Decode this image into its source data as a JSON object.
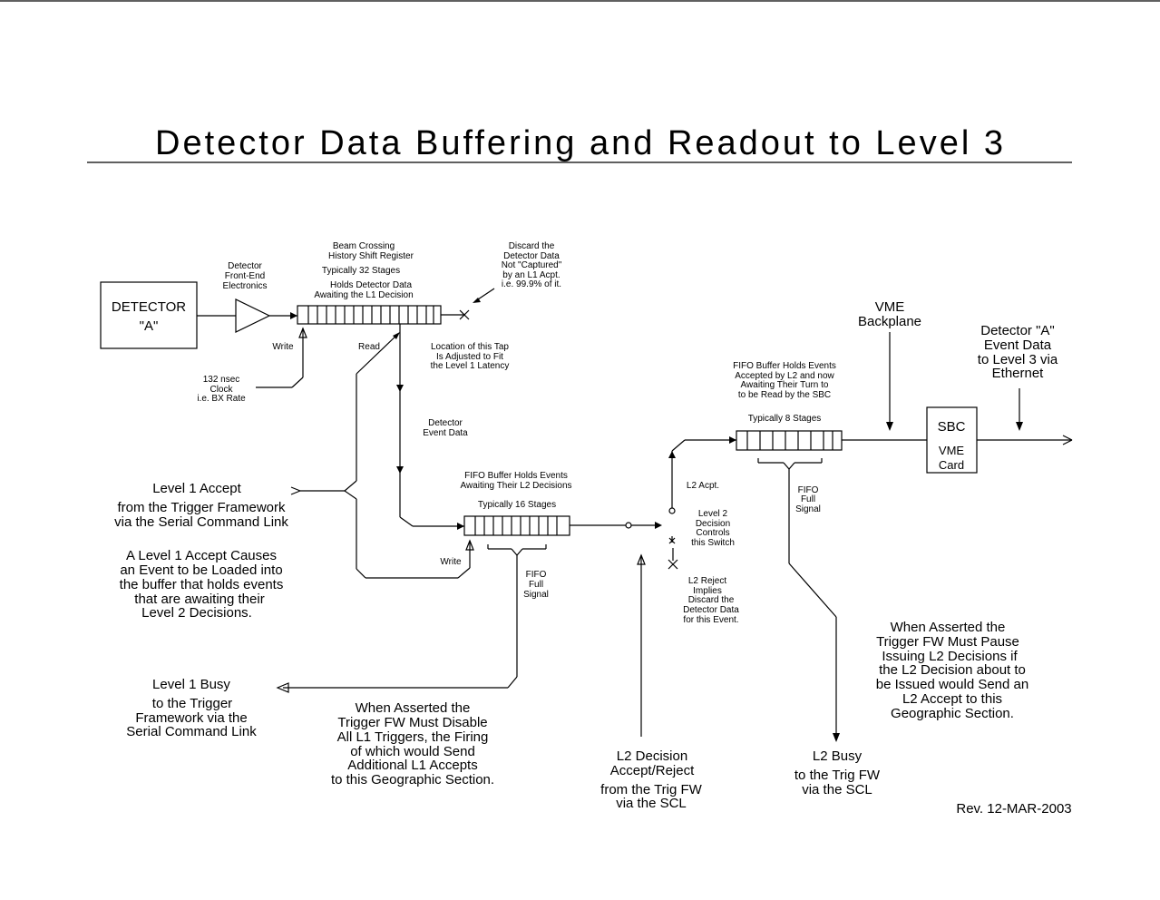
{
  "title": "Detector Data Buffering and Readout to Level 3",
  "detector": {
    "line1": "DETECTOR",
    "line2": "\"A\""
  },
  "frontend": [
    "Detector",
    "Front-End",
    "Electronics"
  ],
  "history": [
    "Beam Crossing",
    "History Shift Register",
    "Typically 32 Stages",
    "Holds Detector Data",
    "Awaiting the L1 Decision"
  ],
  "discard": [
    "Discard the",
    "Detector Data",
    "Not \"Captured\"",
    "by an L1 Acpt.",
    "i.e. 99.9% of it."
  ],
  "write_label": "Write",
  "read_label": "Read",
  "clock": [
    "132 nsec",
    "Clock",
    "i.e. BX Rate"
  ],
  "tap": [
    "Location of this Tap",
    "Is Adjusted to Fit",
    "the Level 1 Latency"
  ],
  "event_data": [
    "Detector",
    "Event Data"
  ],
  "fifo1": [
    "FIFO Buffer Holds Events",
    "Awaiting Their L2 Decisions",
    "Typically 16 Stages"
  ],
  "fifo1_write": "Write",
  "fifo1_full": [
    "FIFO",
    "Full",
    "Signal"
  ],
  "l1_accept": [
    "Level 1 Accept",
    "from  the Trigger Framework",
    "via the Serial Command Link"
  ],
  "l1_causes": [
    "A Level 1 Accept Causes",
    "an Event to be Loaded into",
    "the buffer that holds events",
    "that are awaiting their",
    "Level 2 Decisions."
  ],
  "l1_busy": [
    "Level 1 Busy",
    "to the Trigger",
    "Framework via the",
    "Serial Command Link"
  ],
  "l1_disable": [
    "When Asserted the",
    "Trigger FW  Must Disable",
    "All L1 Triggers, the Firing",
    "of which would Send",
    "Additional L1 Accepts",
    "to this Geographic Section."
  ],
  "l2_accept_label": "L2 Acpt.",
  "l2_switch": [
    "Level 2",
    "Decision",
    "Controls",
    "this Switch"
  ],
  "l2_reject": [
    "L2 Reject",
    "Implies",
    "Discard the",
    "Detector Data",
    "for this Event."
  ],
  "l2_decision": [
    "L2 Decision",
    "Accept/Reject",
    "from  the Trig FW",
    "via the SCL"
  ],
  "fifo2": [
    "FIFO Buffer Holds Events",
    "Accepted by L2 and now",
    "Awaiting Their Turn to",
    "to be Read by the SBC",
    "Typically 8 Stages"
  ],
  "fifo2_full": [
    "FIFO",
    "Full",
    "Signal"
  ],
  "vme_backplane": [
    "VME",
    "Backplane"
  ],
  "sbc": {
    "line1": "SBC",
    "line2": "VME",
    "line3": "Card"
  },
  "l3_out": [
    "Detector \"A\"",
    "Event Data",
    "to Level 3 via",
    "Ethernet"
  ],
  "l2_pause": [
    "When Asserted the",
    "Trigger FW  Must Pause",
    "Issuing L2 Decisions if",
    "the L2 Decision about to",
    "be Issued would Send an",
    "L2 Accept to this",
    "Geographic Section."
  ],
  "l2_busy": [
    "L2 Busy",
    "to the Trig FW",
    "via the SCL"
  ],
  "revision": "Rev. 12-MAR-2003"
}
